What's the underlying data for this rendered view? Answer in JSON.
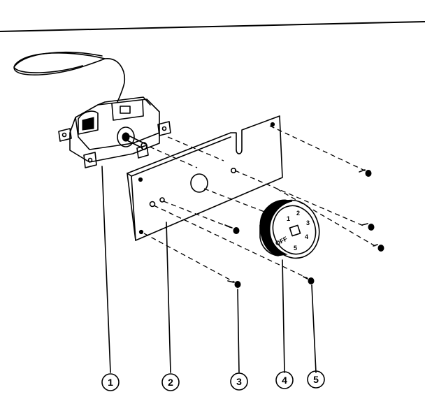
{
  "callouts": [
    {
      "id": "1",
      "label": "1"
    },
    {
      "id": "2",
      "label": "2"
    },
    {
      "id": "3",
      "label": "3"
    },
    {
      "id": "4",
      "label": "4"
    },
    {
      "id": "5",
      "label": "5"
    }
  ],
  "dial": {
    "off_label": "OFF",
    "setting_marks": [
      "1",
      "2",
      "3",
      "4",
      "5"
    ]
  }
}
